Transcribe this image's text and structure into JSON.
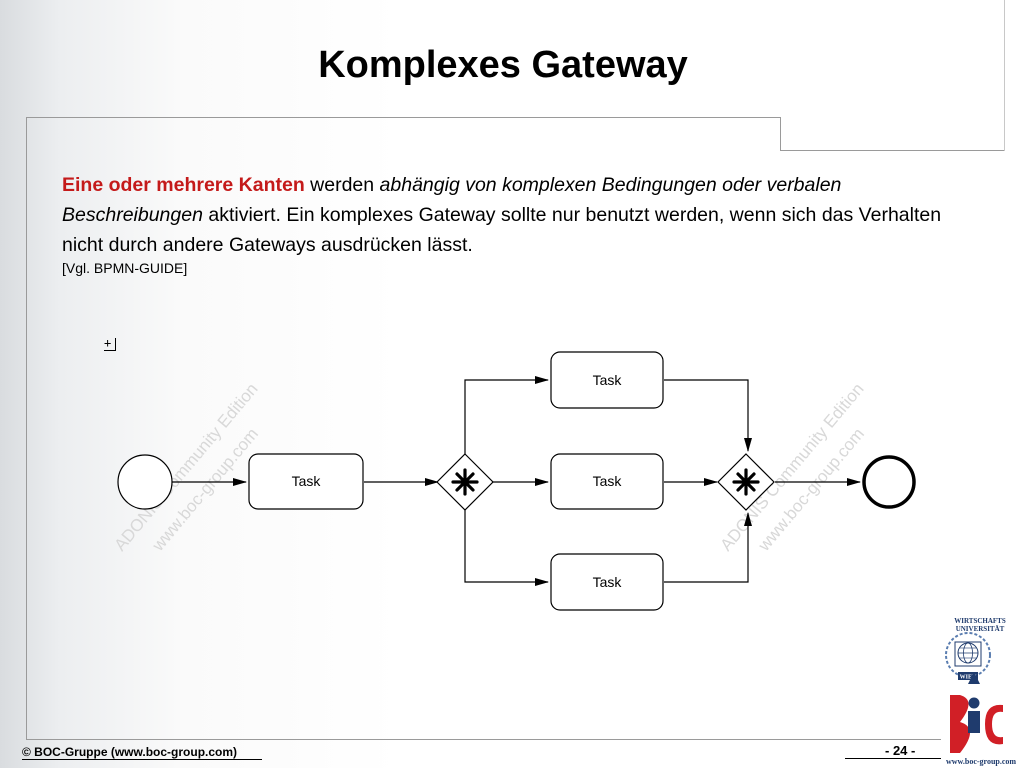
{
  "slide": {
    "title": "Komplexes Gateway",
    "paragraph": {
      "part1_highlight": "Eine oder mehrere Kanten",
      "part2": " werden ",
      "part3_italic": "abhängig von komplexen Bedingungen oder verbalen Beschreibungen",
      "part4": " aktiviert. Ein komplexes Gateway sollte nur benutzt werden, wenn sich das Verhalten nicht durch andere Gateways ausdrücken lässt."
    },
    "reference": "[Vgl. BPMN-GUIDE]"
  },
  "diagram": {
    "expand_symbol": "+",
    "tasks": [
      "Task",
      "Task",
      "Task",
      "Task"
    ],
    "watermark": {
      "line1": "ADONIS Community Edition",
      "line2": "www.boc-group.com"
    }
  },
  "footer": {
    "copyright": "© BOC-Gruppe  (www.boc-group.com)",
    "page_number": "- 24 -"
  },
  "logos": {
    "university_line1": "WIRTSCHAFTS",
    "university_line2": "UNIVERSITÄT",
    "university_city": "WIEN",
    "boc_url": "www.boc-group.com"
  },
  "colors": {
    "highlight": "#c41a1a",
    "boc_red": "#d11f26",
    "boc_blue": "#1f3b6d",
    "frame": "#9a9a9a"
  }
}
